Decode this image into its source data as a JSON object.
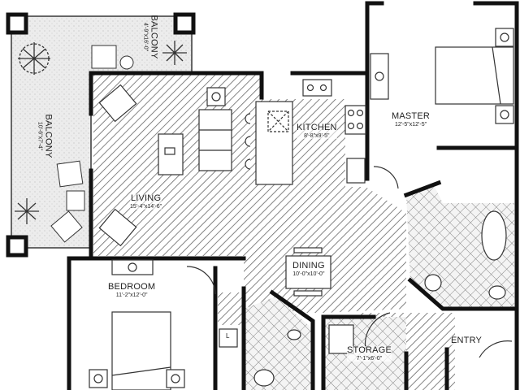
{
  "plan": {
    "type": "apartment floor plan",
    "colors": {
      "wall": "#111111",
      "hatch": "#555555",
      "tile": "#777777",
      "balcony": "#e6e6e6",
      "background": "#ffffff"
    }
  },
  "rooms": {
    "balcony_top": {
      "name": "BALCONY",
      "dim": "4'-9\"x16'-0\""
    },
    "balcony_side": {
      "name": "BALCONY",
      "dim": "10'-6\"x7'-4\""
    },
    "living": {
      "name": "LIVING",
      "dim": "15'-4\"x14'-6\""
    },
    "kitchen": {
      "name": "KITCHEN",
      "dim": "8'-8\"x9'-5\""
    },
    "master": {
      "name": "MASTER",
      "dim": "12'-5\"x12'-5\""
    },
    "dining": {
      "name": "DINING",
      "dim": "10'-0\"x10'-0\""
    },
    "bedroom": {
      "name": "BEDROOM",
      "dim": "11'-2\"x12'-0\""
    },
    "storage": {
      "name": "STORAGE",
      "dim": "7'-1\"x6'-0\""
    },
    "entry": {
      "name": "ENTRY",
      "dim": ""
    }
  },
  "fixtures": {
    "linen_label": "L"
  }
}
